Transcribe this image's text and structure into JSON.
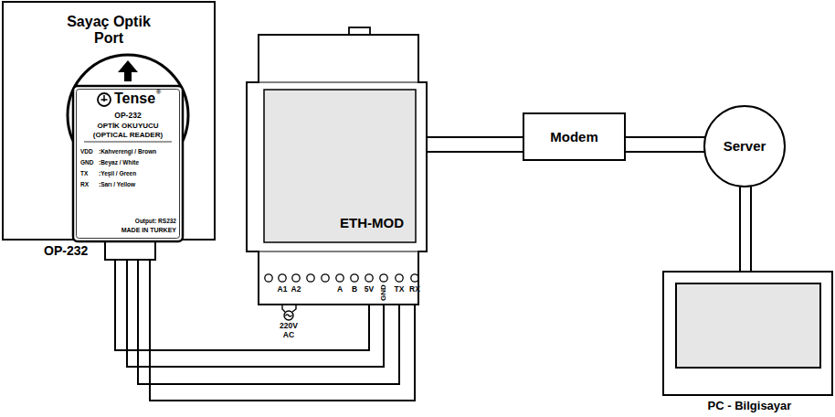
{
  "diagram": {
    "nodes": [
      {
        "text": [
          "Sayaç Optik Port"
        ]
      },
      {
        "text": [
          "OP-232",
          "Tense",
          "®",
          "OP-232",
          "OPTİK OKUYUCU",
          "(OPTICAL READER)",
          "VDD",
          ":Kahverengi / Brown",
          "GND",
          ":Beyaz / White",
          "TX",
          ":Yeşil / Green",
          "RX",
          ":Sarı / Yellow",
          "Output: RS232",
          "MADE IN TURKEY"
        ],
        "in": 0
      },
      {
        "text": [
          "ETH-MOD"
        ]
      },
      {
        "text": [
          "Modem"
        ]
      },
      {
        "text": [
          "Server"
        ]
      },
      {
        "text": [
          "PC - Bilgisayar"
        ]
      }
    ],
    "edges": [
      {
        "from": 1,
        "to": 2,
        "arrow": "none"
      },
      {
        "from": 1,
        "to": 2,
        "arrow": "none"
      },
      {
        "from": 1,
        "to": 2,
        "arrow": "none"
      },
      {
        "from": 1,
        "to": 2,
        "arrow": "none"
      },
      {
        "from": 2,
        "to": 3,
        "arrow": "none"
      },
      {
        "from": 3,
        "to": 4,
        "arrow": "none"
      },
      {
        "from": 4,
        "to": 5,
        "arrow": "none"
      }
    ],
    "labels": [
      "A1",
      "A2",
      "A",
      "B",
      "5V",
      "GND",
      "TX",
      "RX",
      "220V AC"
    ]
  }
}
